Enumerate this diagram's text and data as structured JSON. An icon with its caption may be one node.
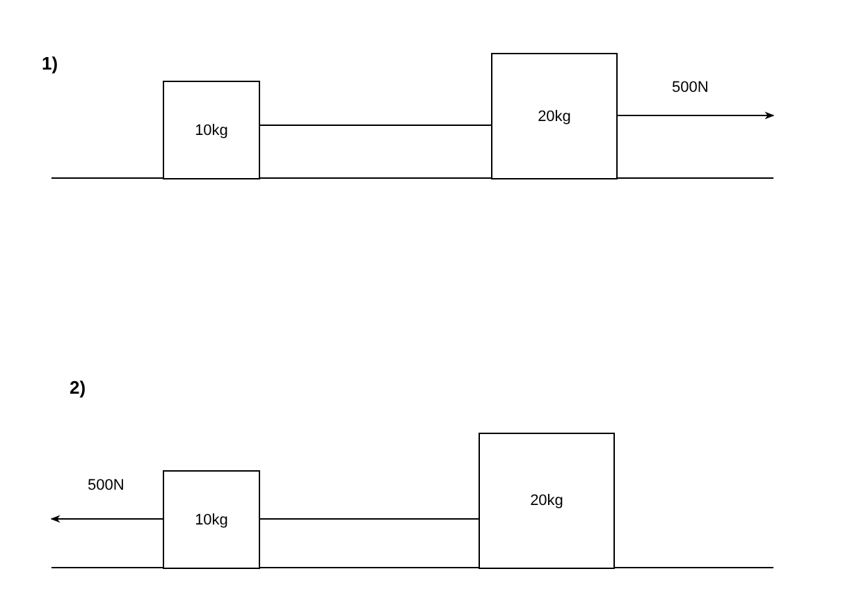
{
  "diagram": {
    "nodes": [
      {
        "text": [
          "10kg"
        ]
      },
      {
        "text": [
          "20kg"
        ]
      },
      {
        "text": [
          "10kg"
        ]
      },
      {
        "text": [
          "20kg"
        ]
      }
    ],
    "edges": [
      {
        "from": 0,
        "to": 1,
        "arrow": "none"
      },
      {
        "from": 1,
        "to": null,
        "arrow": "to",
        "label": "500N"
      },
      {
        "from": 2,
        "to": 3,
        "arrow": "none"
      },
      {
        "from": 2,
        "to": null,
        "arrow": "to",
        "label": "500N"
      }
    ],
    "labels": [
      "1)",
      "2)"
    ]
  }
}
